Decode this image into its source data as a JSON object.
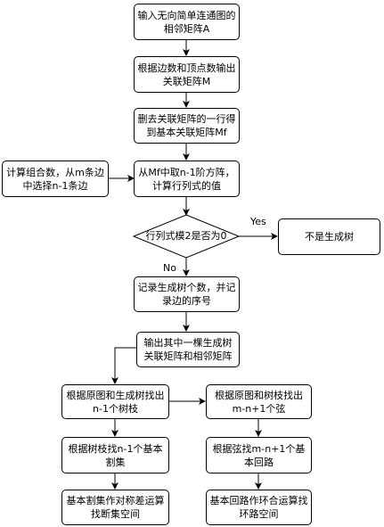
{
  "nodes": {
    "input_adj": "输入无向简单连通图的相邻矩阵A",
    "output_incidence": "根据边数和顶点数输出关联矩阵M",
    "delete_row": "删去关联矩阵的一行得到基本关联矩阵Mf",
    "combination": "计算组合数，从m条边中选择n-1条边",
    "take_minor": "从Mf中取n-1阶方阵，计算行列式的值",
    "decision": "行列式模2是否为0",
    "not_tree": "不是生成树",
    "record": "记录生成树个数，并记录边的序号",
    "output_one": "输出其中一棵生成树关联矩阵和相邻矩阵",
    "find_branches": "根据原图和生成树找出n-1个树枝",
    "find_chords": "根据原图和树枝找出m-n+1个弦",
    "basic_cutsets": "根据树枝找n-1个基本割集",
    "basic_circuits": "根据弦找m-n+1个基本回路",
    "cutset_space": "基本割集作对称差运算找断集空间",
    "circuit_space": "基本回路作环合运算找环路空间"
  },
  "edge_labels": {
    "yes": "Yes",
    "no": "No"
  },
  "colors": {
    "stroke": "#000000",
    "fill": "#ffffff",
    "text": "#000000"
  }
}
